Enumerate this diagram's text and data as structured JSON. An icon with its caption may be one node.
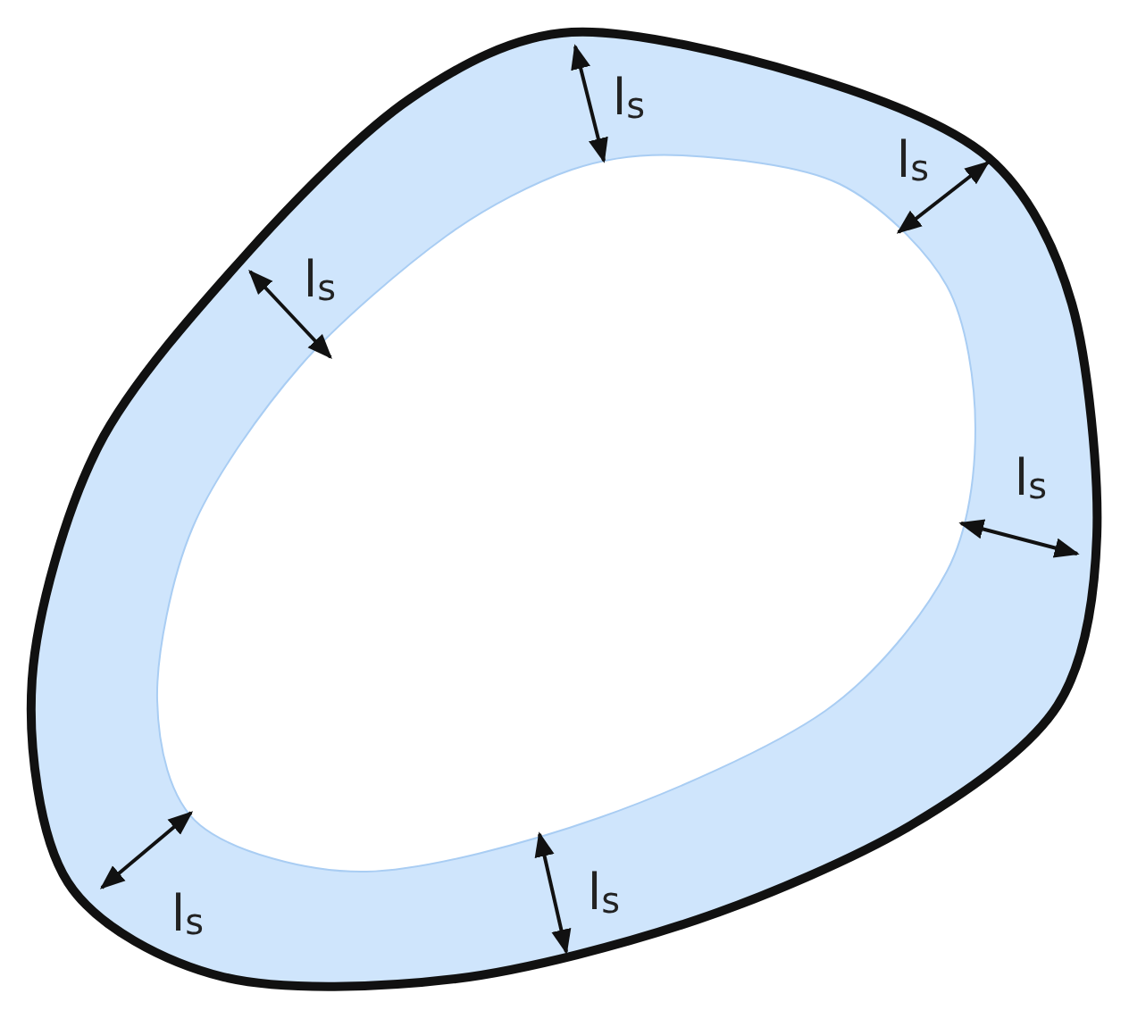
{
  "diagram": {
    "labels": [
      "l$_{s}$",
      "l$_{s}$",
      "l$_{s}$",
      "l$_{s}$",
      "l$_{s}$",
      "l$_{s}$"
    ]
  }
}
